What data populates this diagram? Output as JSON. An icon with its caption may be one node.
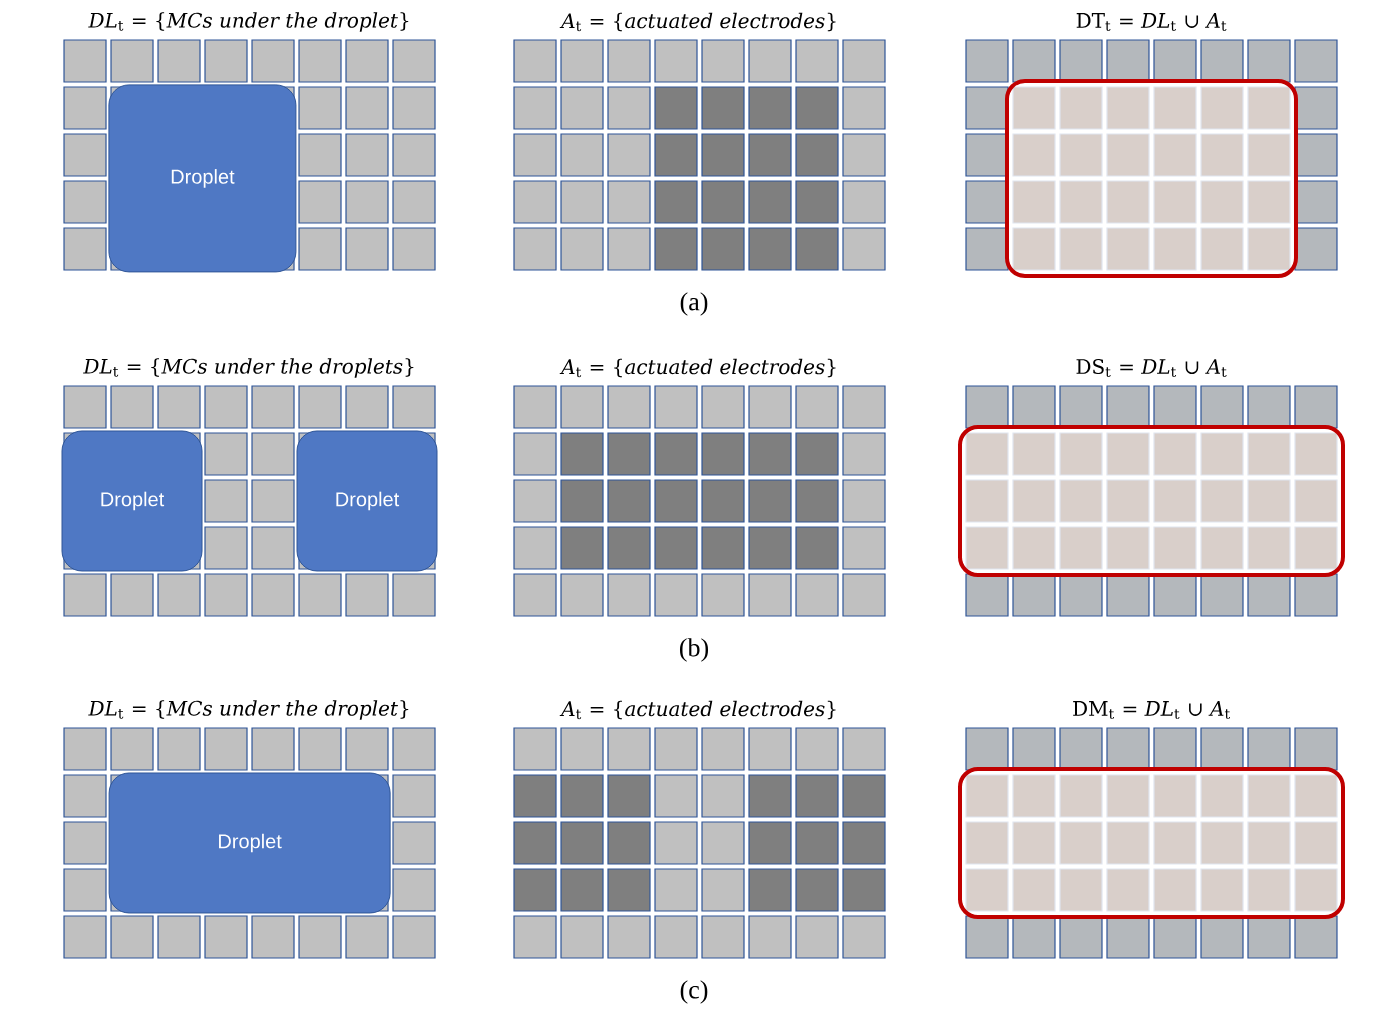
{
  "diagram": {
    "nodes": [
      {
        "text": [
          "Droplet"
        ]
      },
      {
        "text": [
          "Droplet"
        ]
      },
      {
        "text": [
          "Droplet"
        ]
      },
      {
        "text": [
          "Droplet"
        ]
      }
    ],
    "labels": [
      "*DL*$_{t}$ = {*MCs under the droplet*}",
      "*A*$_{t}$ = {*actuated electrodes*}",
      "DT$_{t}$ = *DL*$_{t}$ ∪ *A*$_{t}$",
      "(a)",
      "*DL*$_{t}$ = {*MCs under the droplets*}",
      "*A*$_{t}$ = {*actuated electrodes*}",
      "DS$_{t}$ = *DL*$_{t}$ ∪ *A*$_{t}$",
      "(b)",
      "*DL*$_{t}$ = {*MCs under the droplet*}",
      "*A*$_{t}$ = {*actuated electrodes*}",
      "DM$_{t}$ = *DL*$_{t}$ ∪ *A*$_{t}$",
      "(c)"
    ]
  }
}
